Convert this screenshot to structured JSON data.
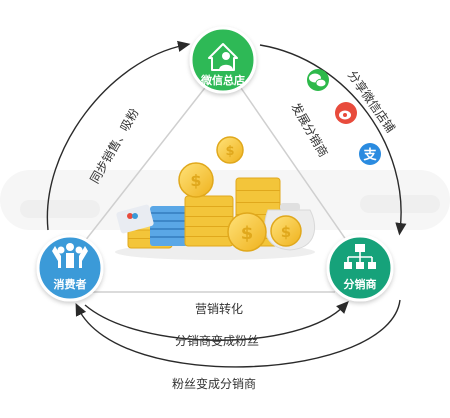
{
  "colors": {
    "top_node": "#2fb957",
    "left_node": "#3a9ad8",
    "right_node": "#16a27a",
    "triangle_line": "#cfcfcf",
    "outer_arrow": "#2a2a2a",
    "coin": "#f3c53a",
    "coin_edge": "#e0a81c",
    "stack_blue": "#5aa7e6",
    "wechat_green": "#2db94a",
    "weibo_red": "#e84b3c",
    "alipay_blue": "#2a8be0"
  },
  "nodes": {
    "top": {
      "label": "微信总店",
      "icon": "house-person-icon"
    },
    "left": {
      "label": "消费者",
      "icon": "people-cheering-icon"
    },
    "right": {
      "label": "分销商",
      "icon": "hierarchy-icon"
    }
  },
  "edges": {
    "left_edge": "同步销售、吸粉",
    "right_edge_inner": "发展分销商",
    "right_edge_outer": "分享微信店铺",
    "bottom_inner": "营销转化",
    "bottom_middle": "分销商变成粉丝",
    "bottom_outer": "粉丝变成分销商"
  },
  "share_icons": [
    "wechat-icon",
    "weibo-icon",
    "alipay-icon"
  ]
}
